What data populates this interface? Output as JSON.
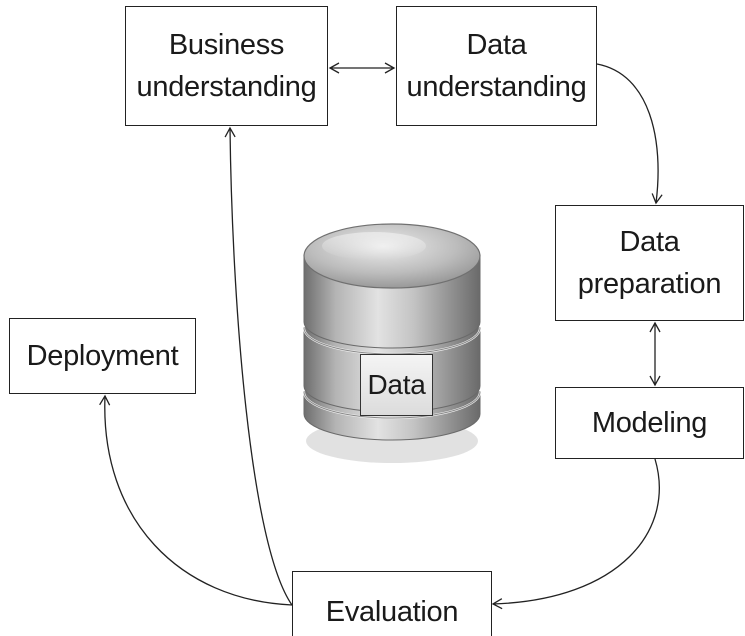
{
  "diagram": {
    "nodes": {
      "business_understanding": {
        "line1": "Business",
        "line2": "understanding"
      },
      "data_understanding": {
        "line1": "Data",
        "line2": "understanding"
      },
      "data_preparation": {
        "line1": "Data",
        "line2": "preparation"
      },
      "deployment": {
        "label": "Deployment"
      },
      "modeling": {
        "label": "Modeling"
      },
      "evaluation": {
        "label": "Evaluation"
      }
    },
    "database": {
      "label": "Data",
      "icon": "database-icon"
    },
    "edges": [
      {
        "from": "Business understanding",
        "to": "Data understanding",
        "direction": "both"
      },
      {
        "from": "Data understanding",
        "to": "Data preparation",
        "direction": "forward"
      },
      {
        "from": "Data preparation",
        "to": "Modeling",
        "direction": "both"
      },
      {
        "from": "Modeling",
        "to": "Evaluation",
        "direction": "forward"
      },
      {
        "from": "Evaluation",
        "to": "Deployment",
        "direction": "forward"
      },
      {
        "from": "Evaluation",
        "to": "Business understanding",
        "direction": "forward"
      }
    ]
  },
  "colors": {
    "line": "#222222",
    "box_fill": "#ffffff",
    "cylinder_base": "#a8a8a8",
    "cylinder_highlight": "#e6e6e6"
  }
}
